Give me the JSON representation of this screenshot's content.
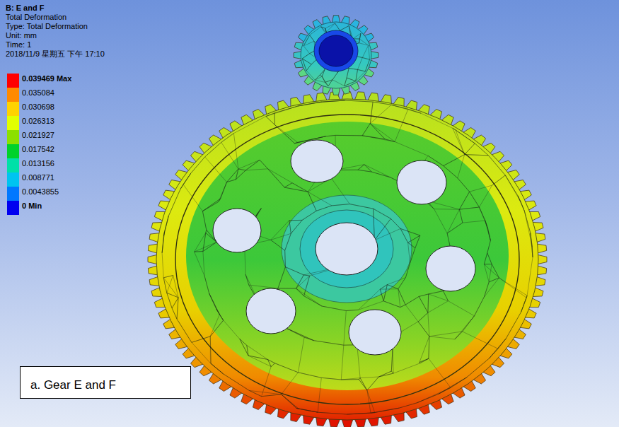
{
  "diagram": {
    "title": "B: E and F",
    "nodes": [
      {
        "text": [
          "a.  Gear E and F"
        ]
      }
    ],
    "labels": [
      "Total Deformation",
      "Type: Total Deformation",
      "Unit: mm",
      "Time: 1",
      "2018/11/9 星期五 下午 17:10"
    ],
    "legend": [
      {
        "text": "0.039469 Max",
        "color": "#ff0000"
      },
      {
        "text": "0.035084",
        "color": "#ff8a00"
      },
      {
        "text": "0.030698",
        "color": "#ffd200"
      },
      {
        "text": "0.026313",
        "color": "#e2ff00"
      },
      {
        "text": "0.021927",
        "color": "#8ce000"
      },
      {
        "text": "0.017542",
        "color": "#00d22a"
      },
      {
        "text": "0.013156",
        "color": "#00e0a8"
      },
      {
        "text": "0.008771",
        "color": "#00c4f0"
      },
      {
        "text": "0.0043855",
        "color": "#0078ff"
      },
      {
        "text": "0 Min",
        "color": "#0000f0"
      }
    ]
  }
}
